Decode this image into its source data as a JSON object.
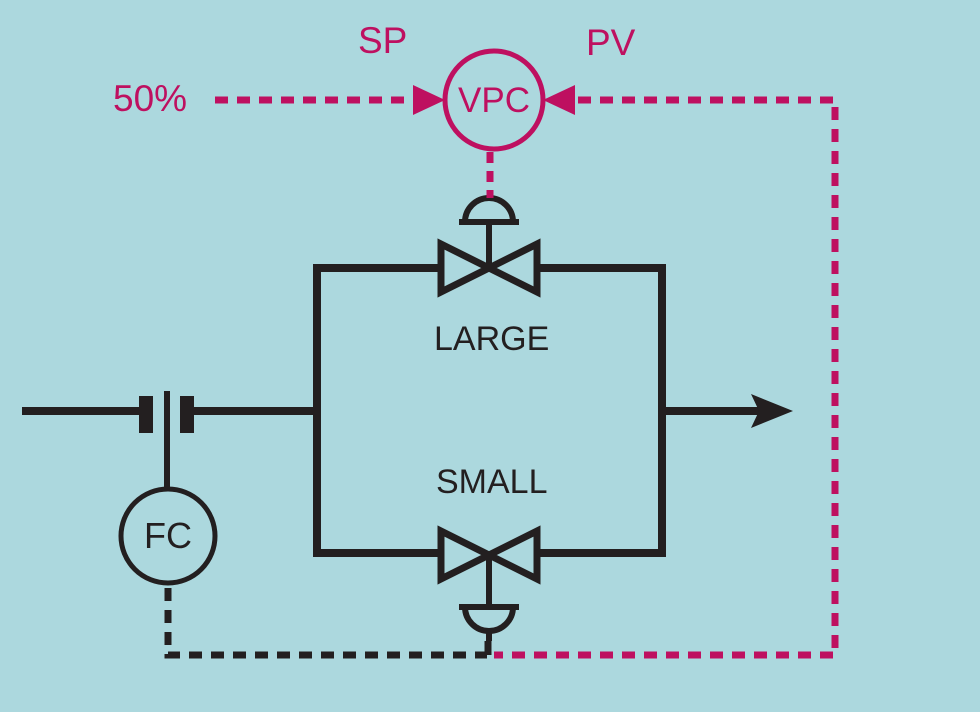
{
  "colors": {
    "background": "#ACD8DE",
    "line": "#231F20",
    "signal": "#BE1060"
  },
  "labels": {
    "setpoint_value": "50%",
    "setpoint": "SP",
    "process_variable": "PV",
    "valve_position_controller": "VPC",
    "flow_controller": "FC",
    "large_valve": "LARGE",
    "small_valve": "SMALL"
  }
}
